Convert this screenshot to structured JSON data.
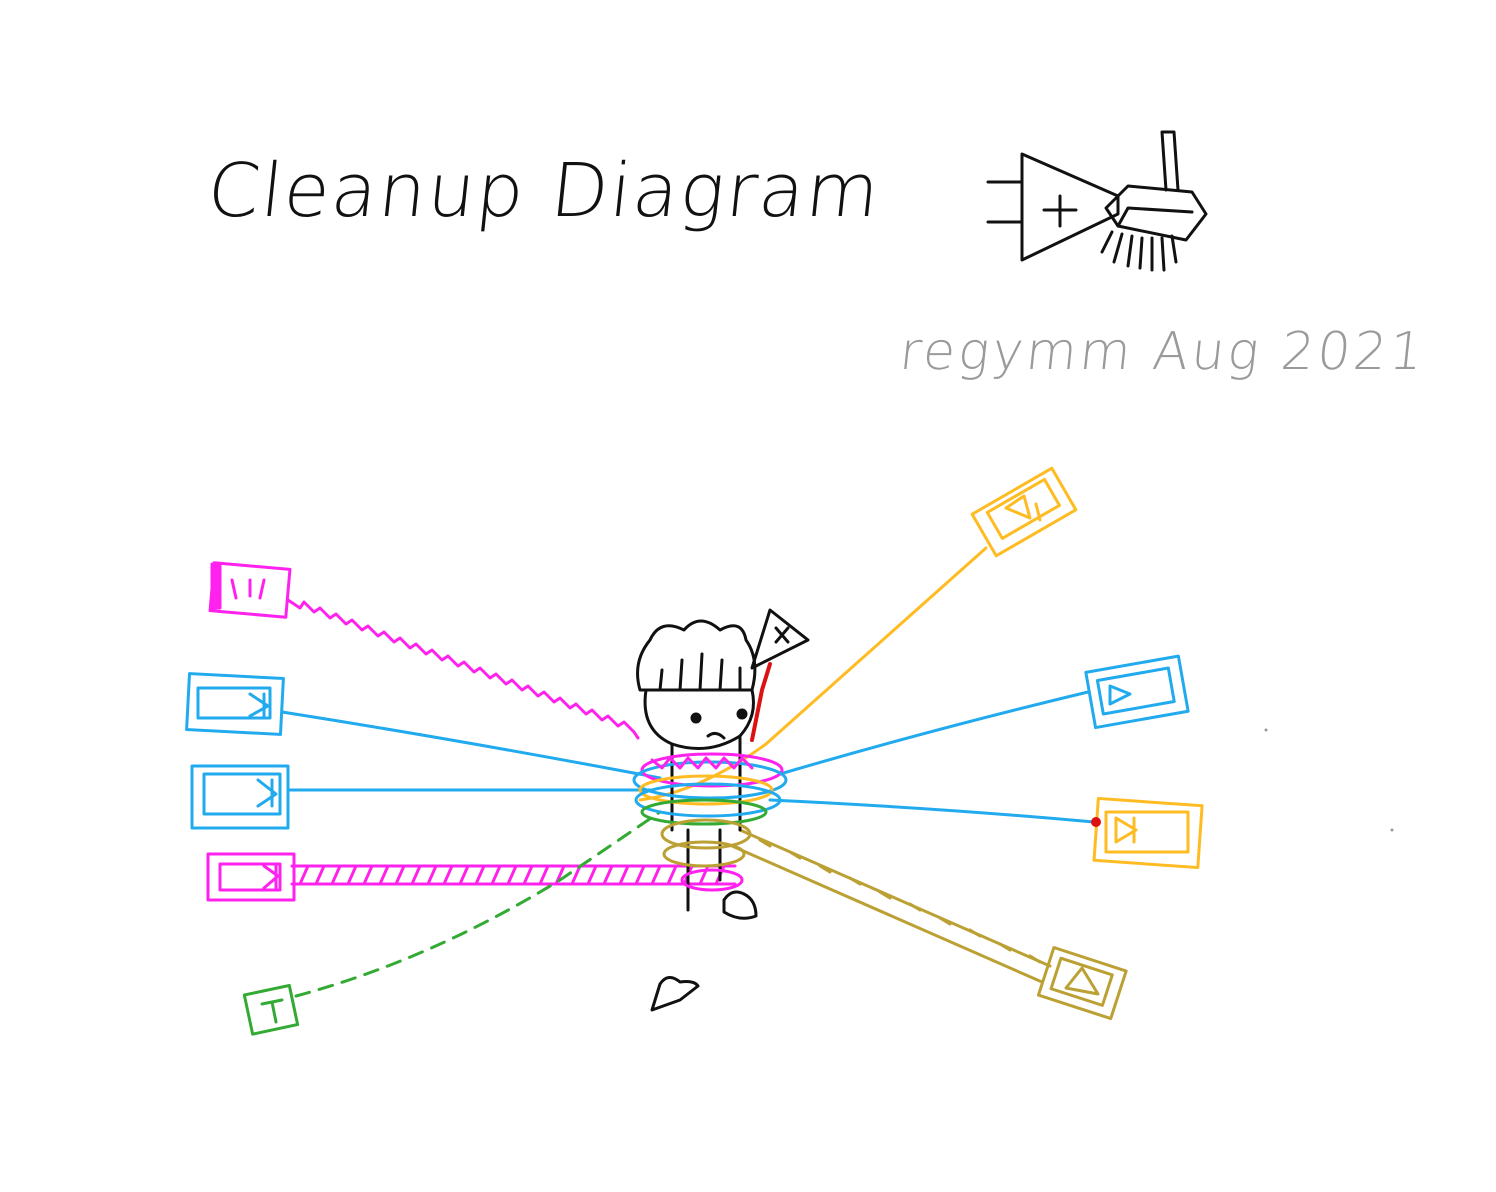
{
  "title": "Cleanup Diagram",
  "byline": "regymm Aug 2021",
  "colors": {
    "ink": "#111111",
    "byline": "#9a9a9a",
    "magenta": "#ff22ee",
    "blue": "#22aaee",
    "orange": "#ffbb22",
    "olive": "#bba033",
    "green": "#33aa33",
    "red": "#dd1111"
  },
  "icons": {
    "title_icon": "add-and-clean-broom-icon",
    "flag_icon": "multiply-flag-icon",
    "figure": "tangled-stick-figure"
  }
}
